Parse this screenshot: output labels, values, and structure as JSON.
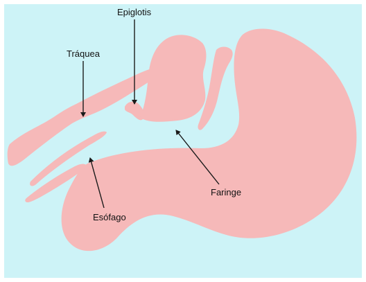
{
  "labels": {
    "epiglottis": "Epiglotis",
    "trachea": "Tráquea",
    "esophagus": "Esófago",
    "pharynx": "Faringe"
  },
  "colors": {
    "background": "#cdf3f7",
    "tissue": "#f6b9b9",
    "text": "#111111",
    "arrow": "#1a1a1a"
  },
  "icons": {
    "pointer": "arrow-pointer-icon"
  }
}
